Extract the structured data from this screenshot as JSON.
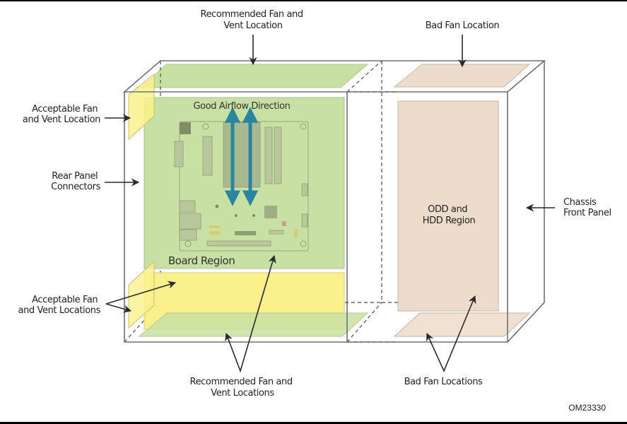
{
  "figure_id": "OM23330",
  "labels": {
    "recommended_top": [
      "Recommended Fan and",
      "Vent Location"
    ],
    "bad_top": [
      "Bad Fan Location"
    ],
    "acceptable_rear_top": [
      "Acceptable Fan",
      "and Vent Location"
    ],
    "rear_panel": [
      "Rear Panel",
      "Connectors"
    ],
    "acceptable_rear_bottom": [
      "Acceptable Fan",
      "and Vent Locations"
    ],
    "recommended_bottom": [
      "Recommended Fan and",
      "Vent Locations"
    ],
    "bad_bottom": [
      "Bad Fan Locations"
    ],
    "chassis_front": [
      "Chassis",
      "Front Panel"
    ],
    "airflow": "Good Airflow Direction",
    "board_region": "Board Region",
    "drive_region": [
      "ODD and",
      "HDD Region"
    ]
  },
  "colors": {
    "recommended": "#c9e0a4",
    "acceptable": "#fbf18c",
    "bad": "#eddccb",
    "airflow_arrow": "#2a86a0",
    "outline": "#707070"
  }
}
